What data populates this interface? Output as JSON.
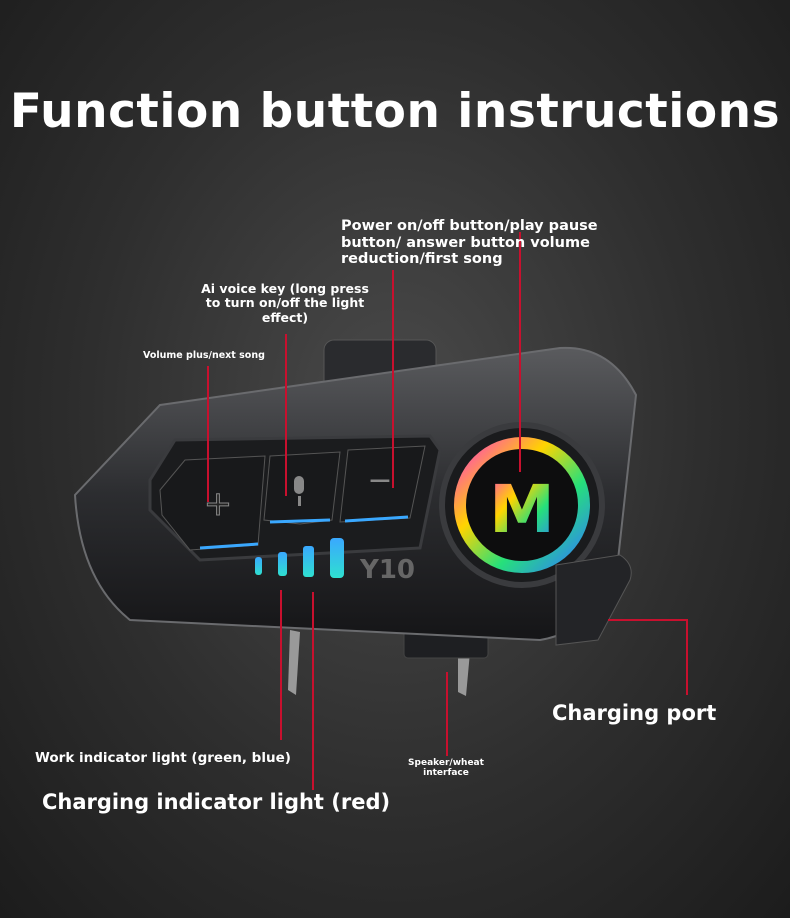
{
  "title": "Function button instructions",
  "labels": {
    "power": "Power on/off button/play pause button/ answer button volume reduction/first song",
    "ai_voice": "Ai voice key (long press to turn on/off the light effect)",
    "volume_plus": "Volume plus/next song",
    "charging_port": "Charging port",
    "work_indicator": "Work indicator light (green, blue)",
    "speaker": "Speaker/wheat interface",
    "charging_indicator": "Charging indicator light (red)"
  },
  "device": {
    "model": "Y10",
    "logo": "M",
    "plus_symbol": "+",
    "minus_symbol": "−"
  },
  "colors": {
    "leader": "#c8102e",
    "text": "#ffffff"
  }
}
